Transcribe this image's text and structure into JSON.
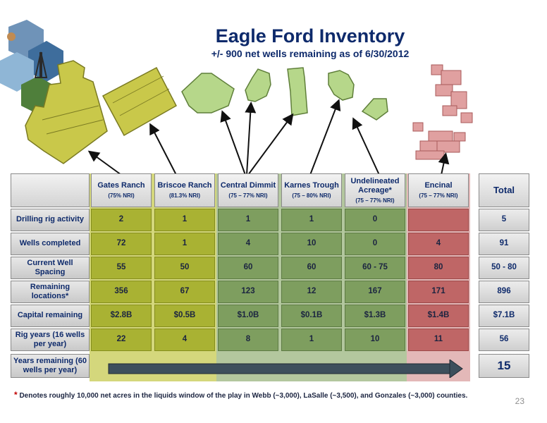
{
  "title": "Eagle Ford Inventory",
  "subtitle": "+/- 900 net wells remaining as of 6/30/2012",
  "columns": [
    {
      "name": "Gates Ranch",
      "nri": "(75% NRI)"
    },
    {
      "name": "Briscoe Ranch",
      "nri": "(81.3% NRI)"
    },
    {
      "name": "Central Dimmit",
      "nri": "(75 – 77% NRI)"
    },
    {
      "name": "Karnes Trough",
      "nri": "(75 – 80% NRI)"
    },
    {
      "name": "Undelineated Acreage*",
      "nri": "(75 – 77% NRI)"
    },
    {
      "name": "Encinal",
      "nri": "(75 – 77% NRI)"
    }
  ],
  "total_header": "Total",
  "rows": [
    {
      "label": "Drilling rig activity",
      "values": [
        "2",
        "1",
        "1",
        "1",
        "0",
        ""
      ],
      "total": "5"
    },
    {
      "label": "Wells completed",
      "values": [
        "72",
        "1",
        "4",
        "10",
        "0",
        "4"
      ],
      "total": "91"
    },
    {
      "label": "Current Well Spacing",
      "values": [
        "55",
        "50",
        "60",
        "60",
        "60 - 75",
        "80"
      ],
      "total": "50 - 80"
    },
    {
      "label": "Remaining locations*",
      "values": [
        "356",
        "67",
        "123",
        "12",
        "167",
        "171"
      ],
      "total": "896"
    },
    {
      "label": "Capital remaining",
      "values": [
        "$2.8B",
        "$0.5B",
        "$1.0B",
        "$0.1B",
        "$1.3B",
        "$1.4B"
      ],
      "total": "$7.1B"
    },
    {
      "label": "Rig years (16 wells per year)",
      "values": [
        "22",
        "4",
        "8",
        "1",
        "10",
        "11"
      ],
      "total": "56"
    }
  ],
  "years_row": {
    "label": "Years remaining (60 wells per year)",
    "total": "15"
  },
  "footnote_star": "*",
  "footnote": "Denotes roughly 10,000 net acres in the liquids window of the play in Webb (~3,000), LaSalle (~3,500), and Gonzales (~3,000) counties.",
  "page_number": "23",
  "colors": {
    "gates_briscoe": "#a9b233",
    "central_karnes_undelineated": "#7e9e5f",
    "encinal": "#bf6666",
    "title": "#0e2a6b"
  }
}
